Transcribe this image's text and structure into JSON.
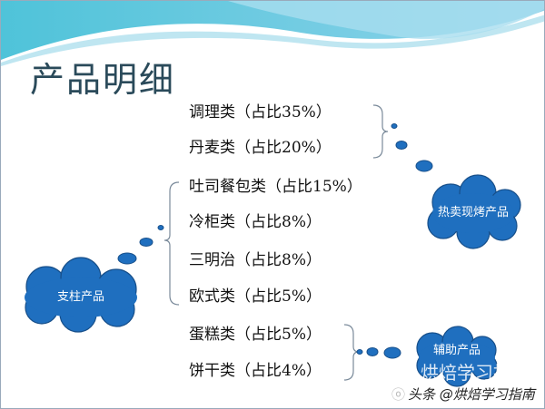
{
  "slide": {
    "title": "产品明细",
    "items": [
      "调理类（占比35%）",
      "丹麦类（占比20%）",
      "吐司餐包类（占比15%）",
      "冷柜类（占比8%）",
      "三明治（占比8%）",
      "欧式类（占比5%）",
      "蛋糕类（占比5%）",
      "饼干类（占比4%）"
    ],
    "clouds": {
      "hot": "热卖现烤产品",
      "pillar": "支柱产品",
      "auxiliary": "辅助产品"
    },
    "colors": {
      "cloud": "#1f6fbf",
      "header": "#5bc0de"
    }
  },
  "watermark": {
    "faint": "烘焙学习指南",
    "source": "头条 @烘焙学习指南"
  }
}
